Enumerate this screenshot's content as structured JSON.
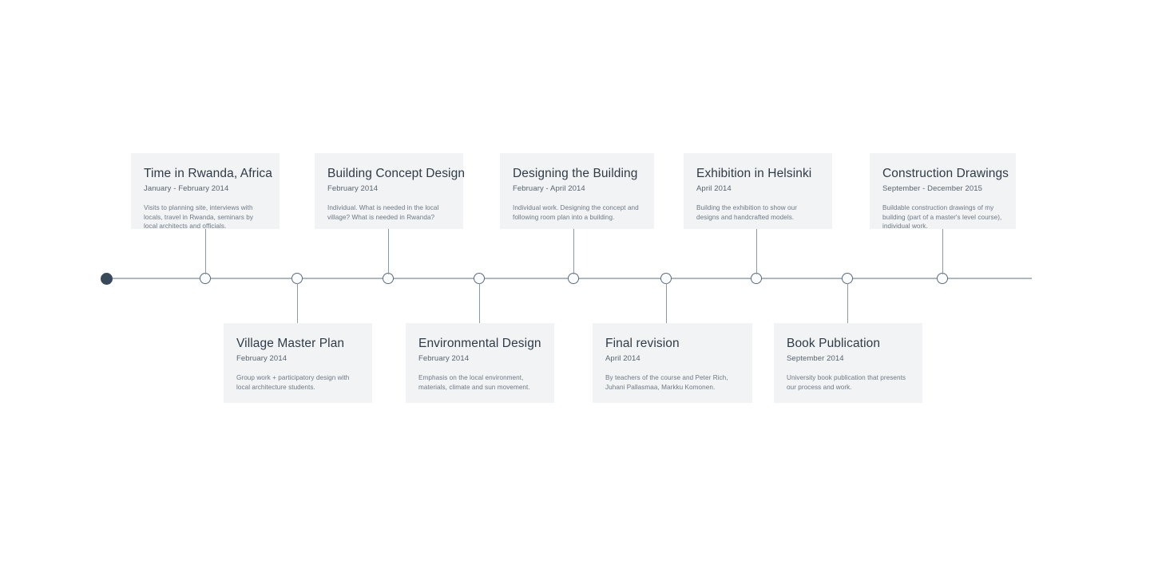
{
  "diagram": {
    "type": "horizontal-timeline",
    "axis": {
      "start_marker": "filled-dot",
      "node_marker": "hollow-ring",
      "line_color": "#aeb6c0",
      "node_border_color": "#5b6b7d",
      "start_dot_color": "#39495a"
    },
    "colors": {
      "card_background": "#f2f3f5",
      "title": "#2f3b47",
      "date": "#57636f",
      "description": "#6e7883"
    }
  },
  "events": [
    {
      "id": "time-in-rwanda-africa",
      "position": "above",
      "title": "Time in Rwanda, Africa",
      "date": "January - February 2014",
      "description": "Visits to planning site, interviews with locals, travel in Rwanda, seminars by local architects and officials."
    },
    {
      "id": "village-master-plan",
      "position": "below",
      "title": "Village Master Plan",
      "date": "February 2014",
      "description": "Group work + participatory design with local architecture students."
    },
    {
      "id": "building-concept-design",
      "position": "above",
      "title": "Building Concept Design",
      "date": "February 2014",
      "description": "Individual. What is needed in the local village? What is needed in Rwanda?"
    },
    {
      "id": "environmental-design",
      "position": "below",
      "title": "Environmental Design",
      "date": "February 2014",
      "description": "Emphasis on the local environment, materials, climate and sun movement."
    },
    {
      "id": "designing-the-building",
      "position": "above",
      "title": "Designing the Building",
      "date": "February - April 2014",
      "description": "Individual work. Designing the concept and following room plan into a building."
    },
    {
      "id": "final-revision",
      "position": "below",
      "title": "Final revision",
      "date": "April 2014",
      "description": "By teachers of the course and Peter Rich, Juhani Pallasmaa, Markku Komonen."
    },
    {
      "id": "exhibition-in-helsinki",
      "position": "above",
      "title": "Exhibition in Helsinki",
      "date": "April 2014",
      "description": "Building the exhibition to show our designs and handcrafted models."
    },
    {
      "id": "book-publication",
      "position": "below",
      "title": "Book Publication",
      "date": "September 2014",
      "description": "University book publication that presents our process and work."
    },
    {
      "id": "construction-drawings",
      "position": "above",
      "title": "Construction Drawings",
      "date": "September - December 2015",
      "description": "Buildable construction drawings of my building (part of a master's level course), individual work."
    }
  ]
}
